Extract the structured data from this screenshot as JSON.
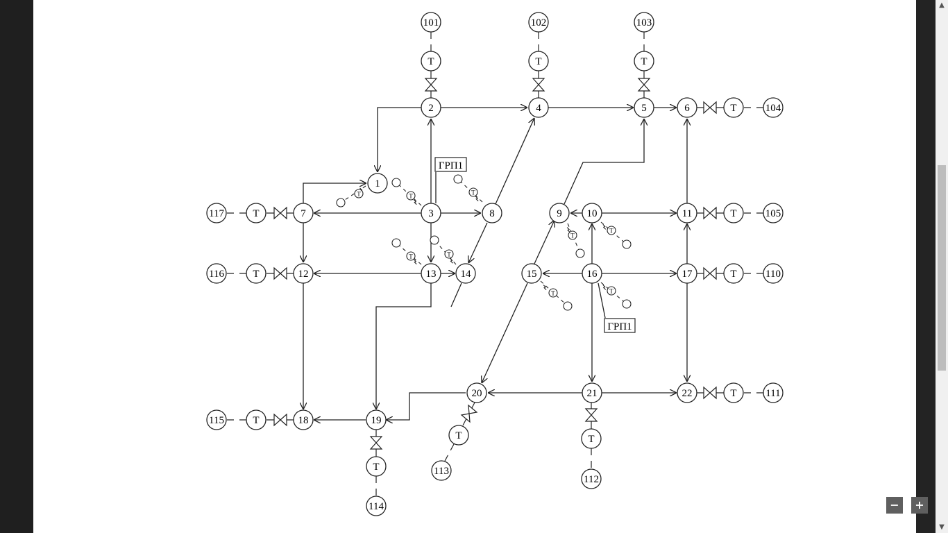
{
  "controls": {
    "zoom_out_label": "−",
    "zoom_in_label": "+",
    "scroll_up_label": "▲",
    "scroll_down_label": "▼"
  },
  "diagram": {
    "nodes": [
      "1",
      "2",
      "3",
      "4",
      "5",
      "6",
      "7",
      "8",
      "9",
      "10",
      "11",
      "12",
      "13",
      "14",
      "15",
      "16",
      "17",
      "18",
      "19",
      "20",
      "21",
      "22"
    ],
    "terminals": [
      "101",
      "102",
      "103",
      "104",
      "105",
      "110",
      "111",
      "112",
      "113",
      "114",
      "115",
      "116",
      "117"
    ],
    "equipment_label": "Т",
    "grp_labels": [
      "ГРП1",
      "ГРП1"
    ]
  }
}
